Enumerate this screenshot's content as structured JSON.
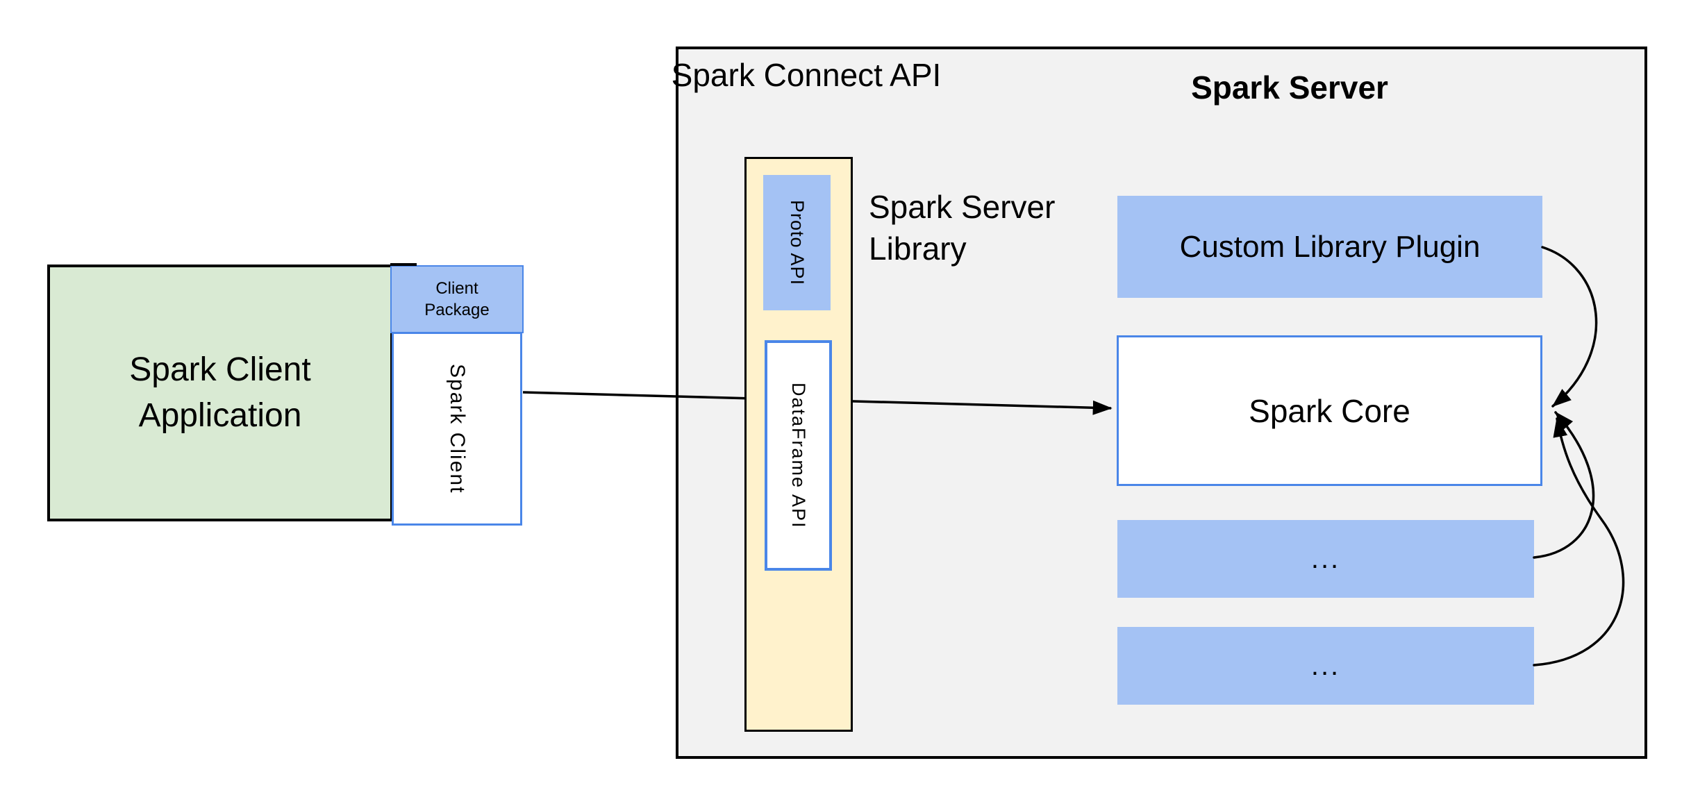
{
  "colors": {
    "green_fill": "#D9EAD3",
    "blue_fill": "#A4C2F4",
    "yellow_fill": "#FFF2CC",
    "gray_fill": "#F2F2F2",
    "blue_border": "#4A86E8",
    "line_black": "#000000"
  },
  "labels": {
    "client_app": "Spark Client Application",
    "client_package": "Client Package",
    "spark_client": "Spark Client",
    "spark_connect_api": "Spark Connect API",
    "spark_server_title": "Spark Server",
    "server_library": "Spark Server Library",
    "proto_api": "Proto API",
    "dataframe_api": "DataFrame API",
    "custom_plugin": "Custom Library Plugin",
    "spark_core": "Spark Core",
    "plugin_slot_1": "...",
    "plugin_slot_2": "..."
  }
}
